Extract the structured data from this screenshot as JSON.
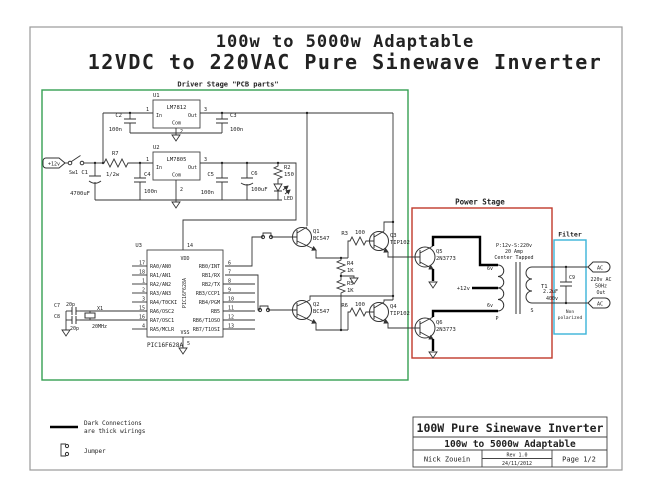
{
  "titles": {
    "line1": "100w to 5000w Adaptable",
    "line2": "12VDC to 220VAC Pure Sinewave Inverter"
  },
  "sections": {
    "driver": "Driver Stage \"PCB parts\"",
    "power": "Power Stage",
    "filter": "Filter"
  },
  "colors": {
    "green": "#35a053",
    "red": "#c0392b",
    "cyan": "#3ab4d8"
  },
  "input": {
    "terminal": "+12v",
    "switch": "Sw1",
    "c1_ref": "C1",
    "c1_val": "4700uF",
    "r7_ref": "R7",
    "r7_val": "1/2w"
  },
  "u1": {
    "ref": "U1",
    "part": "LM7812",
    "pin_in": "In",
    "pin_out": "Out",
    "pin_com": "Com",
    "n1": "1",
    "n2": "2",
    "n3": "3"
  },
  "u2": {
    "ref": "U2",
    "part": "LM7805",
    "pin_in": "In",
    "pin_out": "Out",
    "pin_com": "Com",
    "n1": "1",
    "n2": "2",
    "n3": "3"
  },
  "caps": {
    "c2_ref": "C2",
    "c2_val": "100n",
    "c3_ref": "C3",
    "c3_val": "100n",
    "c4_ref": "C4",
    "c4_val": "100n",
    "c5_ref": "C5",
    "c5_val": "100n",
    "c6_ref": "C6",
    "c6_val": "100uF"
  },
  "r2": {
    "ref": "R2",
    "val": "150"
  },
  "led": "LED",
  "mcu": {
    "ref": "U3",
    "part": "PIC16F628A",
    "vdd": "VDD",
    "vss": "VSS",
    "vdd_pin": "14",
    "vss_pin": "5",
    "left": [
      {
        "n": "17",
        "name": "RA0/AN0"
      },
      {
        "n": "18",
        "name": "RA1/AN1"
      },
      {
        "n": "1",
        "name": "RA2/AN2"
      },
      {
        "n": "2",
        "name": "RA3/AN3"
      },
      {
        "n": "3",
        "name": "RA4/T0CKI"
      },
      {
        "n": "15",
        "name": "RA6/OSC2"
      },
      {
        "n": "16",
        "name": "RA7/OSC1"
      },
      {
        "n": "4",
        "name": "RA5/MCLR"
      }
    ],
    "right": [
      {
        "n": "6",
        "name": "RB0/INT"
      },
      {
        "n": "7",
        "name": "RB1/RX"
      },
      {
        "n": "8",
        "name": "RB2/TX"
      },
      {
        "n": "9",
        "name": "RB3/CCP1"
      },
      {
        "n": "10",
        "name": "RB4/PGM"
      },
      {
        "n": "11",
        "name": "RB5"
      },
      {
        "n": "12",
        "name": "RB6/T1OSO"
      },
      {
        "n": "13",
        "name": "RB7/T1OSI"
      }
    ]
  },
  "osc": {
    "x1": "X1",
    "freq": "20MHz",
    "c7_ref": "C7",
    "c7_val": "20p",
    "c8_ref": "C8",
    "c8_val": "20p"
  },
  "driver": {
    "q1_ref": "Q1",
    "q1_part": "BC547",
    "q2_ref": "Q2",
    "q2_part": "BC547",
    "q3_ref": "Q3",
    "q3_part": "TIP102",
    "q4_ref": "Q4",
    "q4_part": "TIP102",
    "r3_ref": "R3",
    "r3_val": "100",
    "r4_ref": "R4",
    "r4_val": "1K",
    "r5_ref": "R5",
    "r5_val": "1K",
    "r6_ref": "R6",
    "r6_val": "100"
  },
  "power": {
    "q5_ref": "Q5",
    "q5_part": "2N3773",
    "q6_ref": "Q6",
    "q6_part": "2N3773",
    "tap": "+12v",
    "t_ref": "T1",
    "spec1": "P:12v-S:220v",
    "spec2": "20 Amp",
    "spec3": "Center Tapped",
    "w_top": "6v",
    "w_bot": "6v",
    "p": "P",
    "s": "S"
  },
  "filter": {
    "c9_ref": "C9",
    "v1": "2.2uF",
    "v2": "400v",
    "n1": "Non",
    "n2": "polarized"
  },
  "out": {
    "ac_top": "AC",
    "ac_bot": "AC",
    "l1": "220v AC",
    "l2": "50Hz",
    "l3": "Out"
  },
  "legend": {
    "l1": "Dark Connections",
    "l2": "are thick wirings",
    "jumper": "Jumper"
  },
  "tb": {
    "title": "100W Pure Sinewave Inverter",
    "subtitle": "100w to 5000w Adaptable",
    "author": "Nick Zouein",
    "rev": "Rev 1.0",
    "date": "24/11/2012",
    "page": "Page 1/2"
  }
}
